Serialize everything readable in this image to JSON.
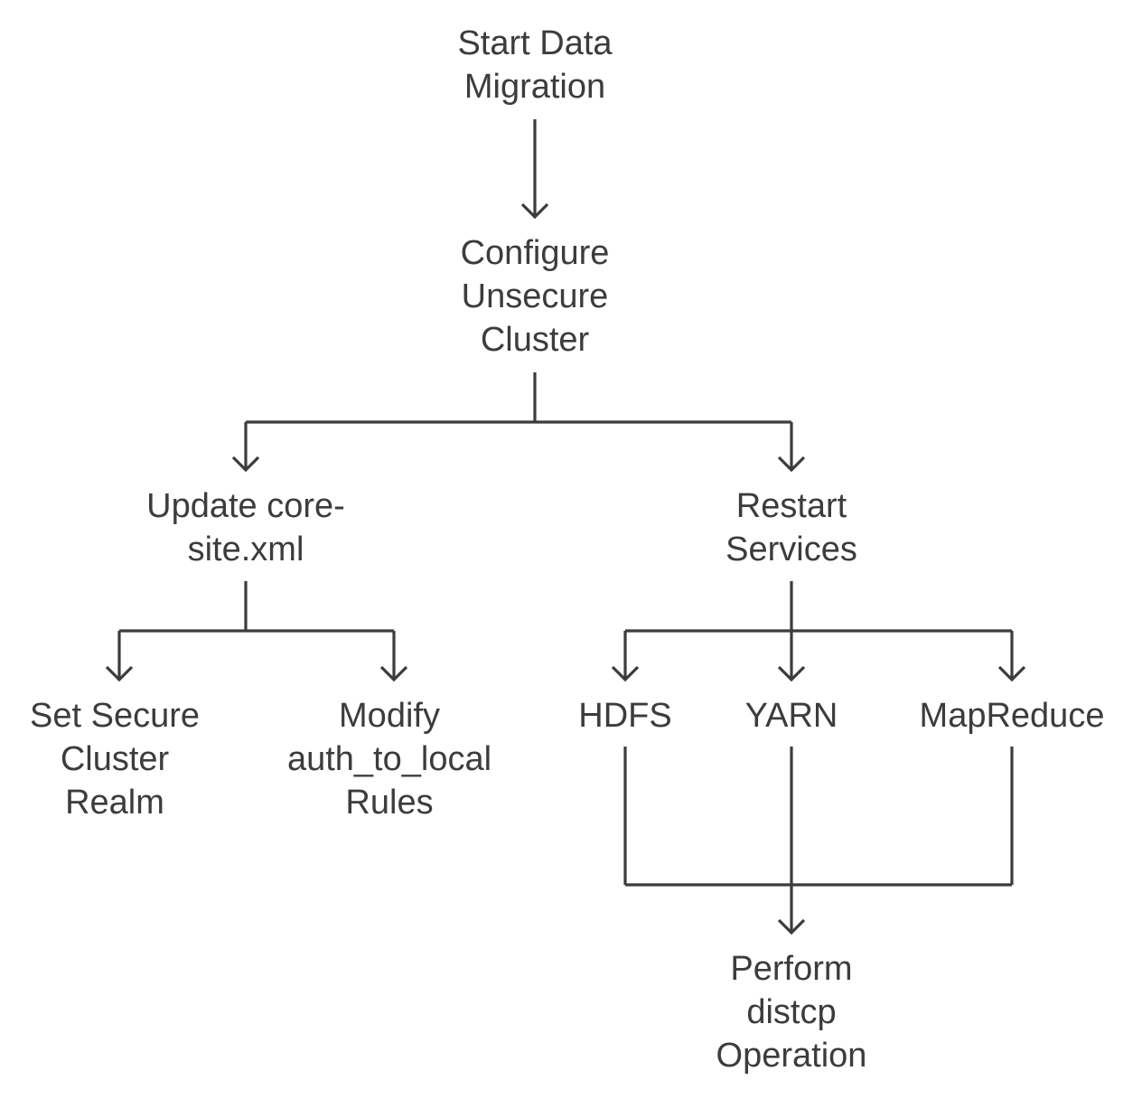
{
  "nodes": {
    "start": {
      "lines": [
        "Start Data",
        "Migration"
      ]
    },
    "configure": {
      "lines": [
        "Configure",
        "Unsecure",
        "Cluster"
      ]
    },
    "update_core_site": {
      "lines": [
        "Update core-",
        "site.xml"
      ]
    },
    "restart_services": {
      "lines": [
        "Restart",
        "Services"
      ]
    },
    "set_realm": {
      "lines": [
        "Set Secure",
        "Cluster",
        "Realm"
      ]
    },
    "modify_rules": {
      "lines": [
        "Modify",
        "auth_to_local",
        "Rules"
      ]
    },
    "hdfs": {
      "lines": [
        "HDFS"
      ]
    },
    "yarn": {
      "lines": [
        "YARN"
      ]
    },
    "mapreduce": {
      "lines": [
        "MapReduce"
      ]
    },
    "distcp": {
      "lines": [
        "Perform",
        "distcp",
        "Operation"
      ]
    }
  },
  "colors": {
    "line": "#3c3c3c",
    "text": "#3c3c3c",
    "background": "#ffffff"
  }
}
